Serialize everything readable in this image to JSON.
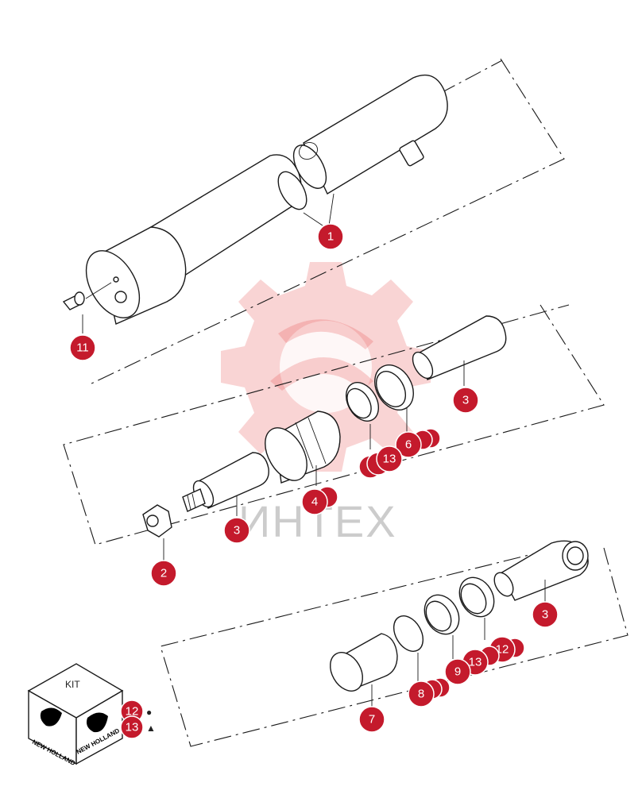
{
  "watermark": {
    "text": "ИНТЕХ"
  },
  "kit_box": {
    "label": "KIT",
    "brand_left": "NEW HOLLAND",
    "brand_right": "NEW HOLLAND",
    "legend": [
      {
        "number": "12",
        "symbol": "●"
      },
      {
        "number": "13",
        "symbol": "▲"
      }
    ]
  },
  "callouts": [
    {
      "id": "c1",
      "label": "1"
    },
    {
      "id": "c11",
      "label": "11"
    },
    {
      "id": "c3a",
      "label": "3"
    },
    {
      "id": "c6",
      "label": "6"
    },
    {
      "id": "c13a",
      "label": "13"
    },
    {
      "id": "c4",
      "label": "4"
    },
    {
      "id": "c3b",
      "label": "3"
    },
    {
      "id": "c2",
      "label": "2"
    },
    {
      "id": "c3c",
      "label": "3"
    },
    {
      "id": "c12",
      "label": "12"
    },
    {
      "id": "c13b",
      "label": "13"
    },
    {
      "id": "c9",
      "label": "9"
    },
    {
      "id": "c8",
      "label": "8"
    },
    {
      "id": "c7",
      "label": "7"
    }
  ]
}
